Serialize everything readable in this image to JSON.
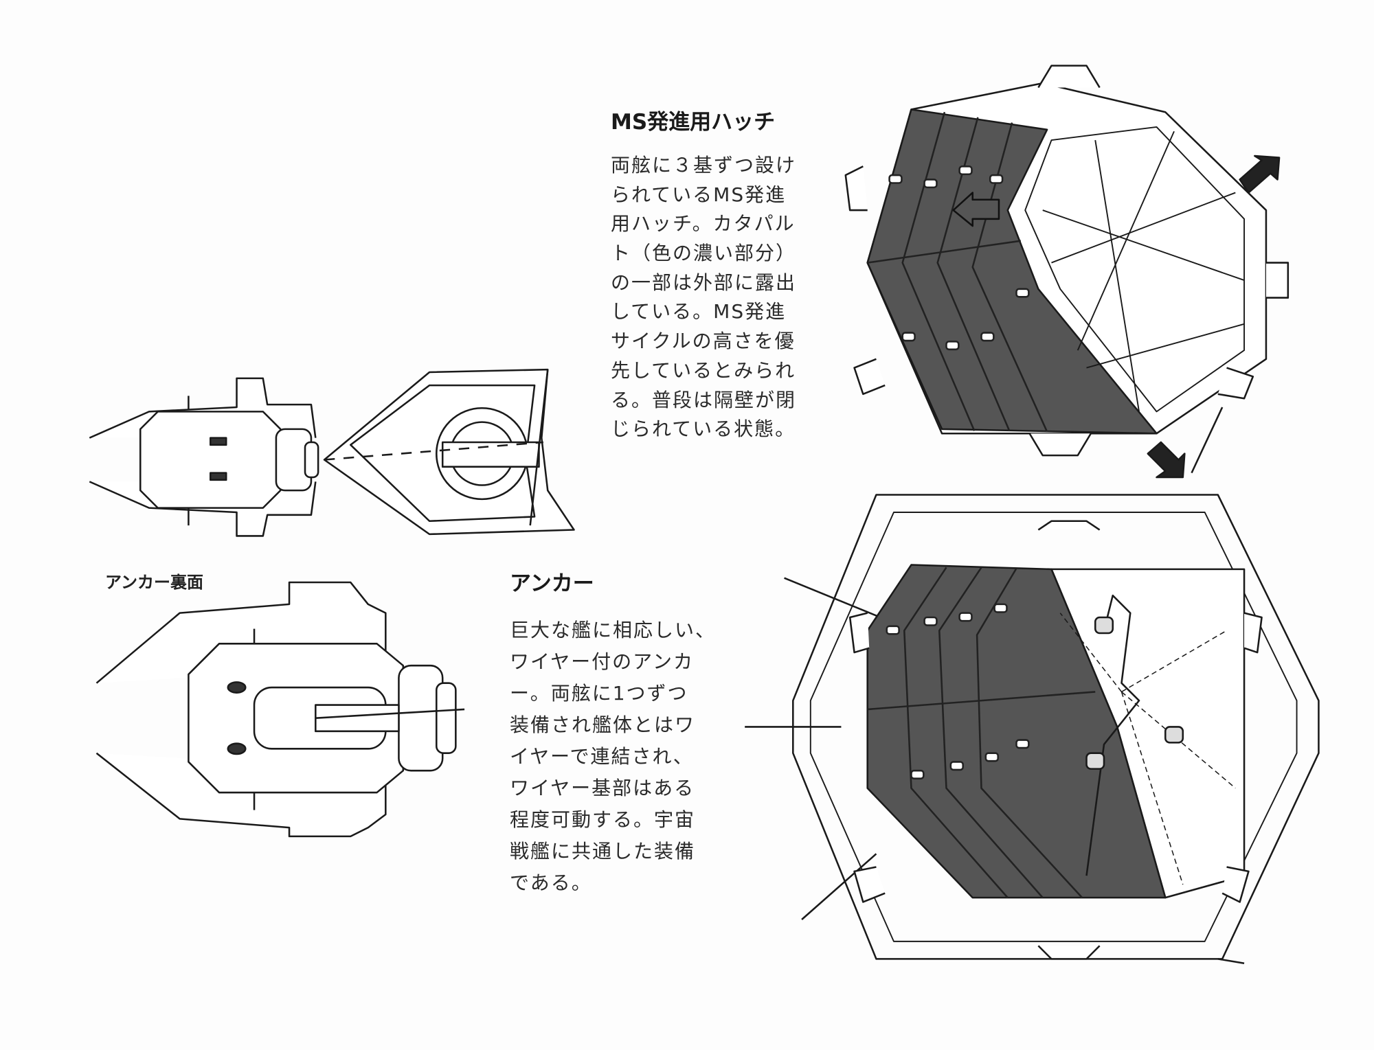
{
  "ms_hatch": {
    "title": "MS発進用ハッチ",
    "lines": [
      "両舷に３基ずつ設け",
      "られているMS発進",
      "用ハッチ。カタパル",
      "ト（色の濃い部分）",
      "の一部は外部に露出",
      "している。MS発進",
      "サイクルの高さを優",
      "先しているとみられ",
      "る。普段は隔壁が閉",
      "じられている状態。"
    ]
  },
  "anchor": {
    "title": "アンカー",
    "lines": [
      "巨大な艦に相応しい、",
      "ワイヤー付のアンカ",
      "ー。両舷に1つずつ",
      "装備され艦体とはワ",
      "イヤーで連結され、",
      "ワイヤー基部はある",
      "程度可動する。宇宙",
      "戦艦に共通した装備",
      "である。"
    ]
  },
  "anchor_underside": {
    "label": "アンカー裏面"
  },
  "colors": {
    "ink": "#1a1a1a",
    "dark_panel": "#555555",
    "paper": "#fdfdfd"
  }
}
